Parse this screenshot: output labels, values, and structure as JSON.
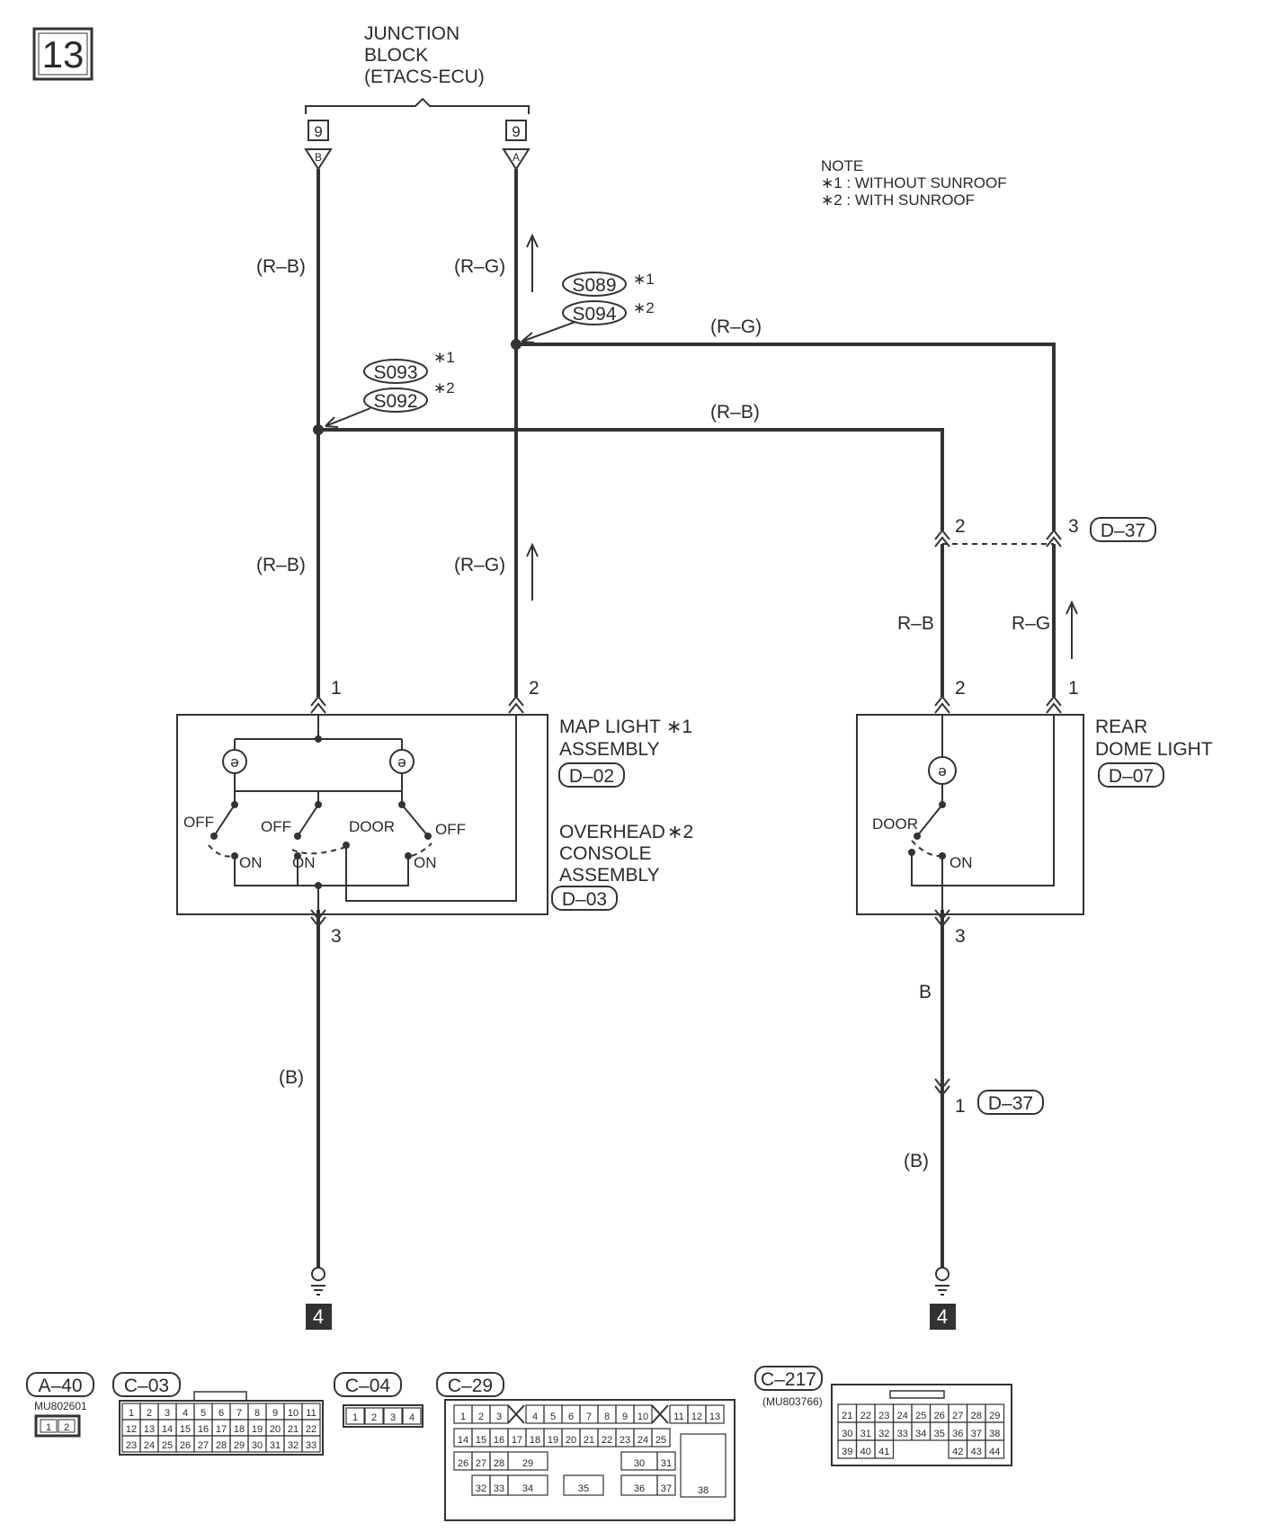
{
  "page_number": "13",
  "junction_block": {
    "line1": "JUNCTION",
    "line2": "BLOCK",
    "line3": "(ETACS-ECU)",
    "pin_left": "9",
    "pin_left_letter": "B",
    "pin_right": "9",
    "pin_right_letter": "A"
  },
  "note": {
    "title": "NOTE",
    "line1": "∗1 : WITHOUT SUNROOF",
    "line2": "∗2 : WITH SUNROOF"
  },
  "splices": {
    "s089": "S089",
    "s094": "S094",
    "s093": "S093",
    "s092": "S092",
    "star1": "∗1",
    "star2": "∗2"
  },
  "wires": {
    "rb_paren": "(R–B)",
    "rg_paren": "(R–G)",
    "rb": "R–B",
    "rg": "R–G",
    "b": "B",
    "b_paren": "(B)"
  },
  "pins": {
    "p1": "1",
    "p2": "2",
    "p3": "3"
  },
  "map_light": {
    "line1": "MAP LIGHT",
    "star": "∗1",
    "line2": "ASSEMBLY",
    "connector": "D–02",
    "off": "OFF",
    "on": "ON",
    "door": "DOOR"
  },
  "overhead": {
    "line1": "OVERHEAD",
    "star": "∗2",
    "line2": "CONSOLE",
    "line3": "ASSEMBLY",
    "connector": "D–03"
  },
  "rear_dome": {
    "line1": "REAR",
    "line2": "DOME LIGHT",
    "connector": "D–07",
    "door": "DOOR",
    "on": "ON"
  },
  "connector_d37": "D–37",
  "ground_ref": "4",
  "bottom_connectors": {
    "a40": {
      "label": "A–40",
      "part": "MU802601",
      "pins": [
        "1",
        "2"
      ]
    },
    "c03": {
      "label": "C–03",
      "rows": [
        [
          "1",
          "2",
          "3",
          "4",
          "5",
          "6",
          "7",
          "8",
          "9",
          "10",
          "11"
        ],
        [
          "12",
          "13",
          "14",
          "15",
          "16",
          "17",
          "18",
          "19",
          "20",
          "21",
          "22"
        ],
        [
          "23",
          "24",
          "25",
          "26",
          "27",
          "28",
          "29",
          "30",
          "31",
          "32",
          "33"
        ]
      ]
    },
    "c04": {
      "label": "C–04",
      "pins": [
        "1",
        "2",
        "3",
        "4"
      ]
    },
    "c29": {
      "label": "C–29",
      "row1": [
        "1",
        "2",
        "3",
        "4",
        "5",
        "6",
        "7",
        "8",
        "9",
        "10",
        "11",
        "12",
        "13"
      ],
      "row2": [
        "14",
        "15",
        "16",
        "17",
        "18",
        "19",
        "20",
        "21",
        "22",
        "23",
        "24",
        "25"
      ],
      "row3a": [
        "26",
        "27",
        "28",
        "29",
        "30",
        "31"
      ],
      "row4": [
        "32",
        "33",
        "34",
        "35",
        "36",
        "37"
      ],
      "big": "38"
    },
    "c217": {
      "label": "C–217",
      "part": "(MU803766)",
      "rows": [
        [
          "21",
          "22",
          "23",
          "24",
          "25",
          "26",
          "27",
          "28",
          "29"
        ],
        [
          "30",
          "31",
          "32",
          "33",
          "34",
          "35",
          "36",
          "37",
          "38"
        ],
        [
          "39",
          "40",
          "41",
          "",
          "",
          "",
          "42",
          "43",
          "44"
        ]
      ]
    }
  }
}
